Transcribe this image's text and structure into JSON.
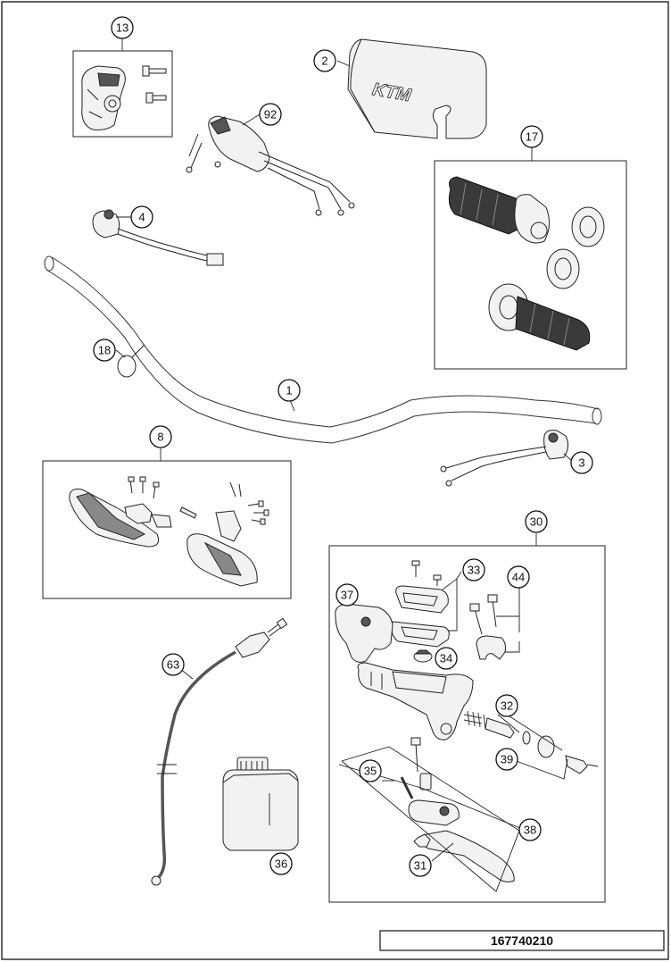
{
  "diagram": {
    "part_number": "167740210",
    "pad_logo": "KTM",
    "callouts": {
      "c1": "1",
      "c2": "2",
      "c3": "3",
      "c4": "4",
      "c8": "8",
      "c13": "13",
      "c17": "17",
      "c18": "18",
      "c30": "30",
      "c31": "31",
      "c32": "32",
      "c33": "33",
      "c34": "34",
      "c35": "35",
      "c36": "36",
      "c37": "37",
      "c38": "38",
      "c39": "39",
      "c44": "44",
      "c63": "63",
      "c92": "92"
    }
  }
}
